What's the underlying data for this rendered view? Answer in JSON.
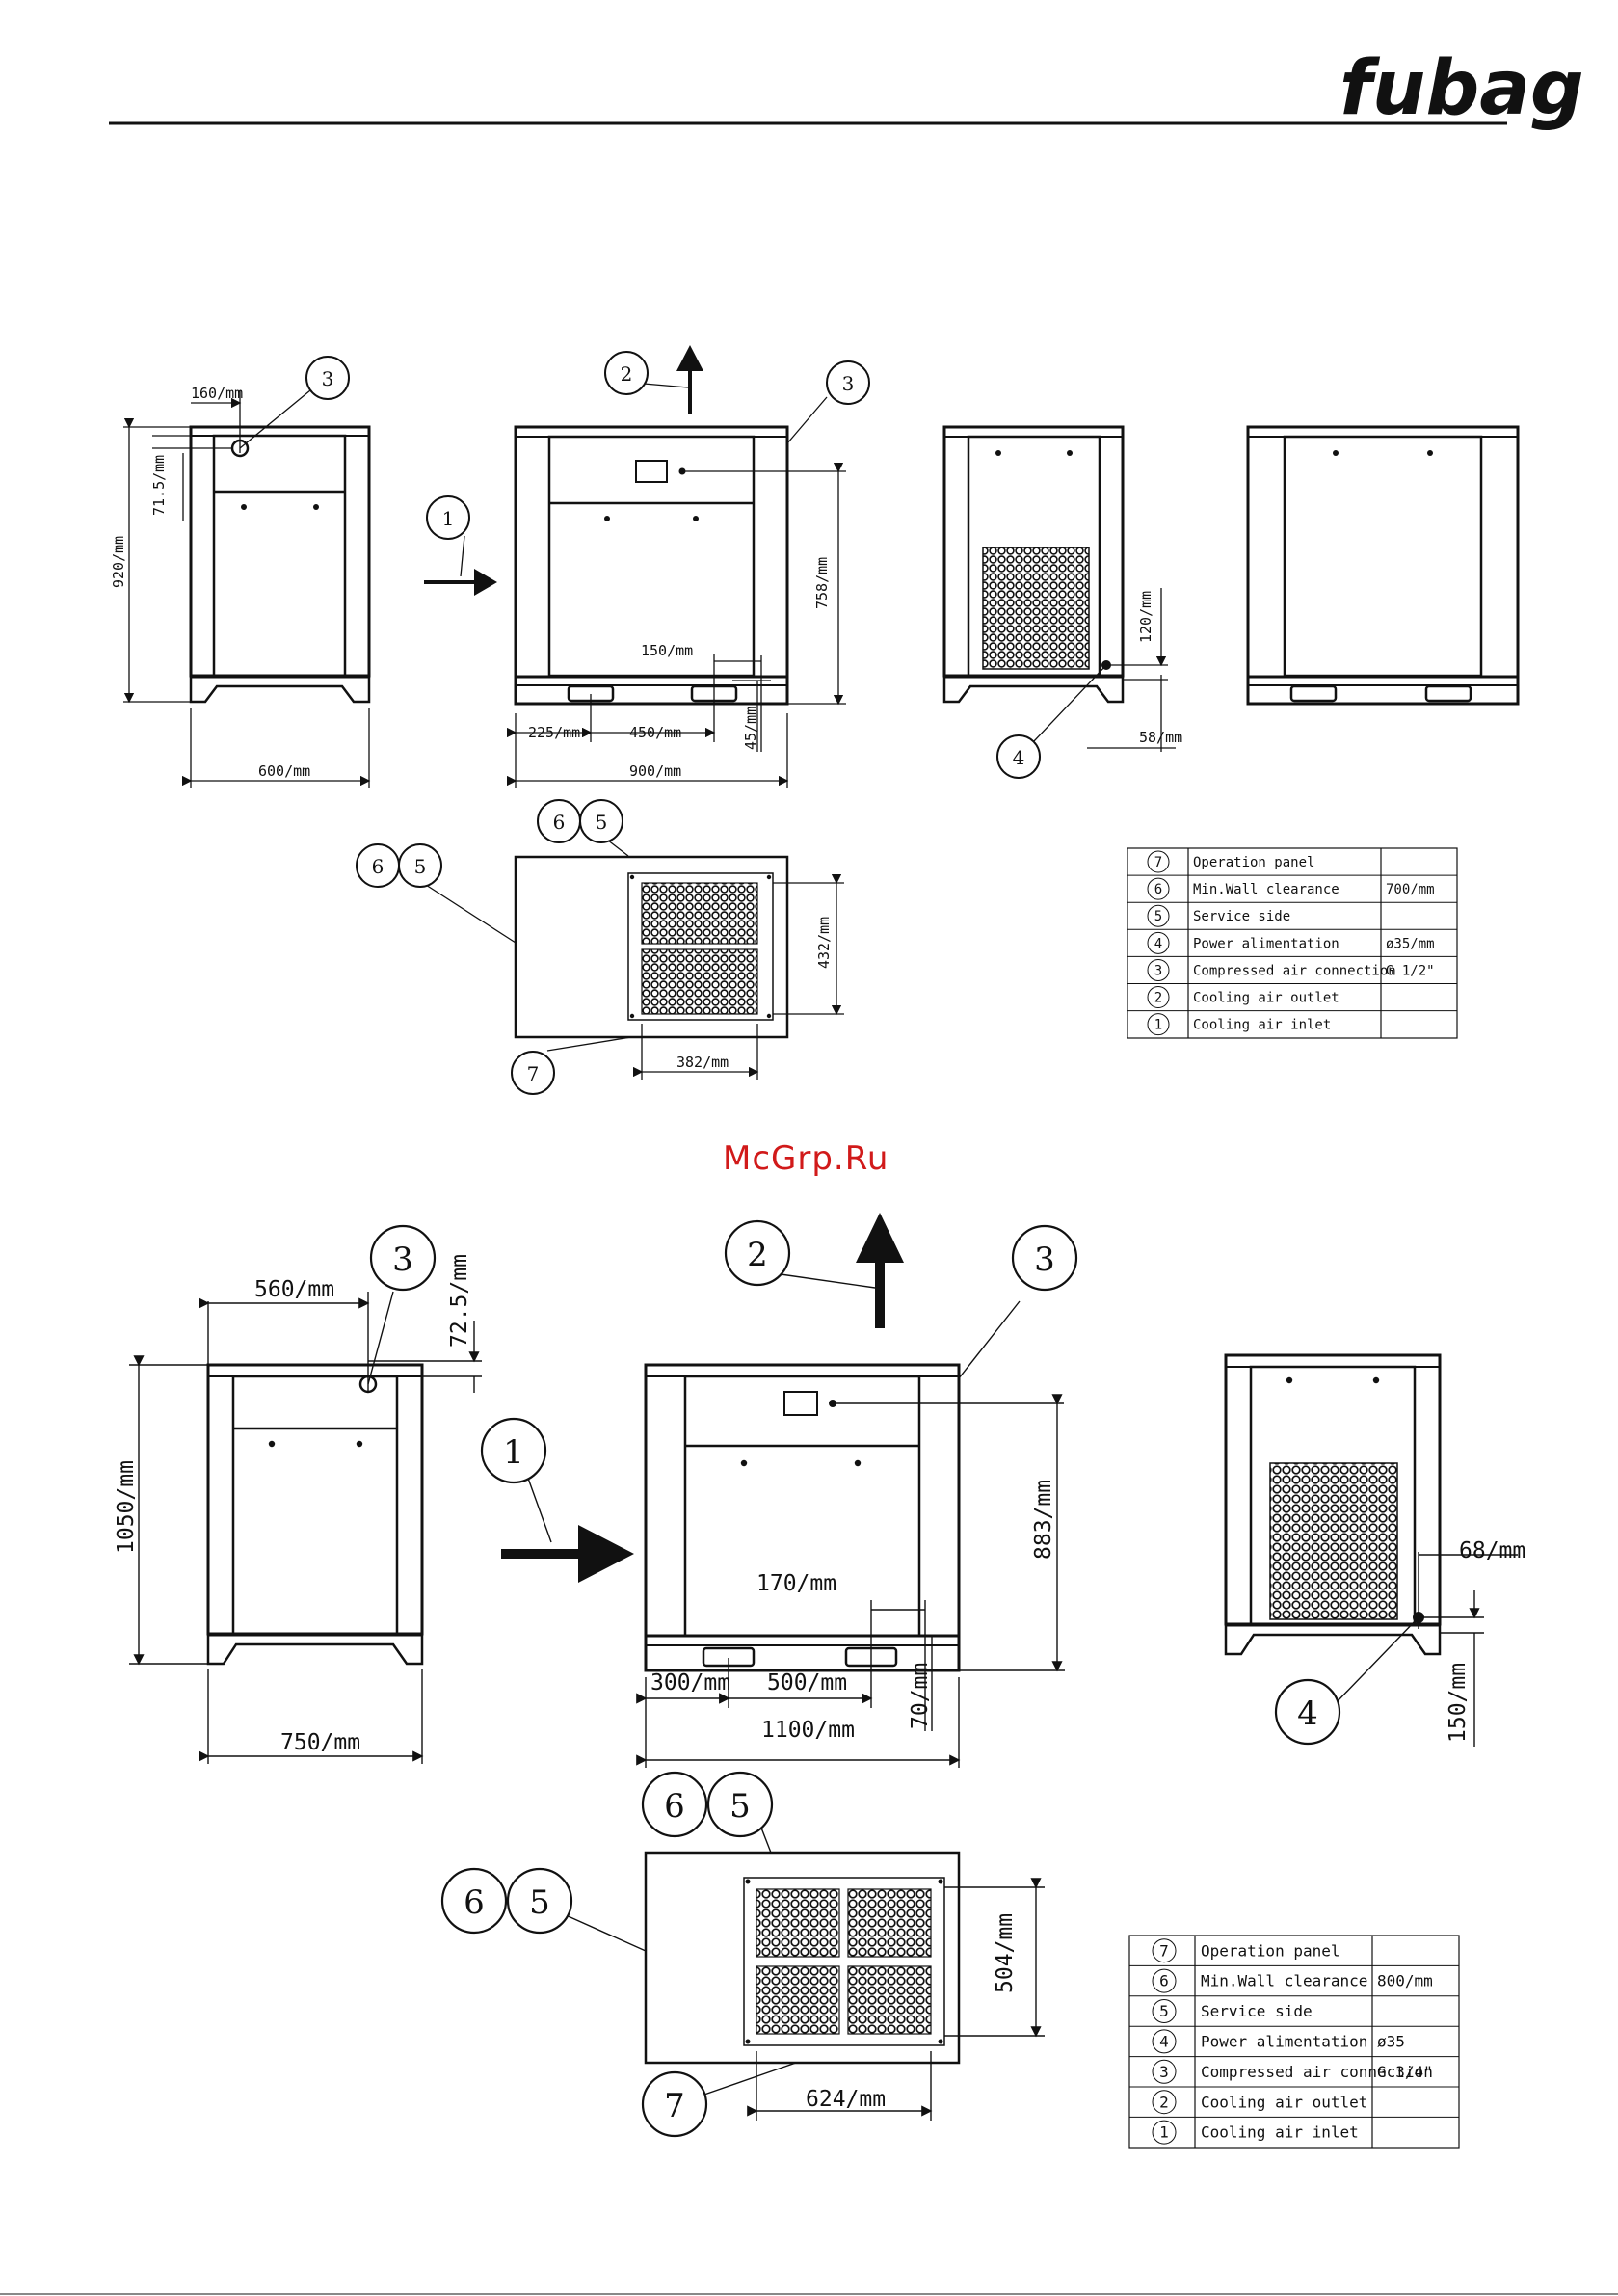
{
  "header": {
    "logo": "fubag"
  },
  "watermark": "McGrp.Ru",
  "upper": {
    "dims": {
      "d160": "160/mm",
      "d71": "71.5/mm",
      "d920": "920/mm",
      "d600": "600/mm",
      "d758": "758/mm",
      "d150": "150/mm",
      "d225": "225/mm",
      "d450": "450/mm",
      "d45": "45/mm",
      "d900": "900/mm",
      "d120": "120/mm",
      "d58": "58/mm",
      "d432": "432/mm",
      "d382": "382/mm"
    },
    "legend": [
      {
        "num": "7",
        "label": "Operation panel",
        "value": ""
      },
      {
        "num": "6",
        "label": "Min.Wall clearance",
        "value": "700/mm"
      },
      {
        "num": "5",
        "label": "Service side",
        "value": ""
      },
      {
        "num": "4",
        "label": "Power alimentation",
        "value": "ø35/mm"
      },
      {
        "num": "3",
        "label": "Compressed air connection",
        "value": "G 1/2\""
      },
      {
        "num": "2",
        "label": "Cooling air outlet",
        "value": ""
      },
      {
        "num": "1",
        "label": "Cooling air inlet",
        "value": ""
      }
    ]
  },
  "lower": {
    "dims": {
      "d560": "560/mm",
      "d72": "72.5/mm",
      "d1050": "1050/mm",
      "d750": "750/mm",
      "d883": "883/mm",
      "d170": "170/mm",
      "d300": "300/mm",
      "d500": "500/mm",
      "d70": "70/mm",
      "d1100": "1100/mm",
      "d68": "68/mm",
      "d150": "150/mm",
      "d504": "504/mm",
      "d624": "624/mm"
    },
    "legend": [
      {
        "num": "7",
        "label": "Operation panel",
        "value": ""
      },
      {
        "num": "6",
        "label": "Min.Wall clearance",
        "value": "800/mm"
      },
      {
        "num": "5",
        "label": "Service side",
        "value": ""
      },
      {
        "num": "4",
        "label": "Power alimentation",
        "value": "ø35"
      },
      {
        "num": "3",
        "label": "Compressed air connection",
        "value": "G 3/4\""
      },
      {
        "num": "2",
        "label": "Cooling air outlet",
        "value": ""
      },
      {
        "num": "1",
        "label": "Cooling air inlet",
        "value": ""
      }
    ]
  },
  "callouts": {
    "c1": "1",
    "c2": "2",
    "c3": "3",
    "c4": "4",
    "c5": "5",
    "c6": "6",
    "c7": "7"
  }
}
